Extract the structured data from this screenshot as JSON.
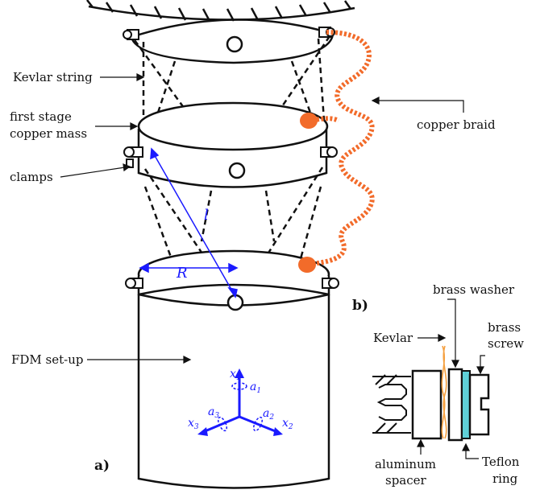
{
  "labels": {
    "kevlar_string": "Kevlar string",
    "first_stage_line1": "first stage",
    "first_stage_line2": "copper mass",
    "clamps": "clamps",
    "copper_braid": "copper braid",
    "fdm_setup": "FDM set-up",
    "panel_a": "a)",
    "panel_b": "b)",
    "brass_washer": "brass washer",
    "kevlar": "Kevlar",
    "brass_screw_line1": "brass",
    "brass_screw_line2": "screw",
    "aluminum_spacer_line1": "aluminum",
    "aluminum_spacer_line2": "spacer",
    "teflon_ring_line1": "Teflon",
    "teflon_ring_line2": "ring"
  },
  "symbols": {
    "l": "l",
    "R": "R",
    "x": "x",
    "a": "a",
    "i1": "1",
    "i2": "2",
    "i3": "3"
  },
  "colors": {
    "ink": "#111111",
    "blue": "#1a1aff",
    "braid": "#f26b2a",
    "kevlar_fiber": "#f5a040",
    "teflon": "#5fd0d8"
  }
}
